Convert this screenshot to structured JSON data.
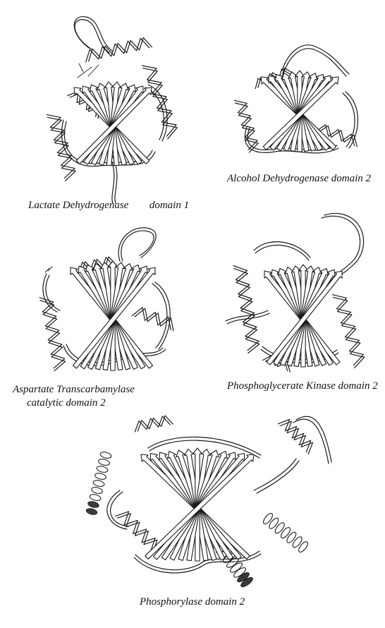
{
  "figures": [
    {
      "caption_parts": [
        "Lactate Dehydrogenase",
        "domain 1"
      ]
    },
    {
      "caption_parts": [
        "Alcohol Dehydrogenase domain 2"
      ]
    },
    {
      "caption_parts": [
        "Aspartate Transcarbamylase",
        "catalytic domain 2"
      ]
    },
    {
      "caption_parts": [
        "Phosphoglycerate Kinase domain 2"
      ]
    },
    {
      "caption_parts": [
        "Phosphorylase domain 2"
      ]
    }
  ],
  "colors": {
    "ink": "#1a1a1a",
    "background": "#ffffff"
  }
}
